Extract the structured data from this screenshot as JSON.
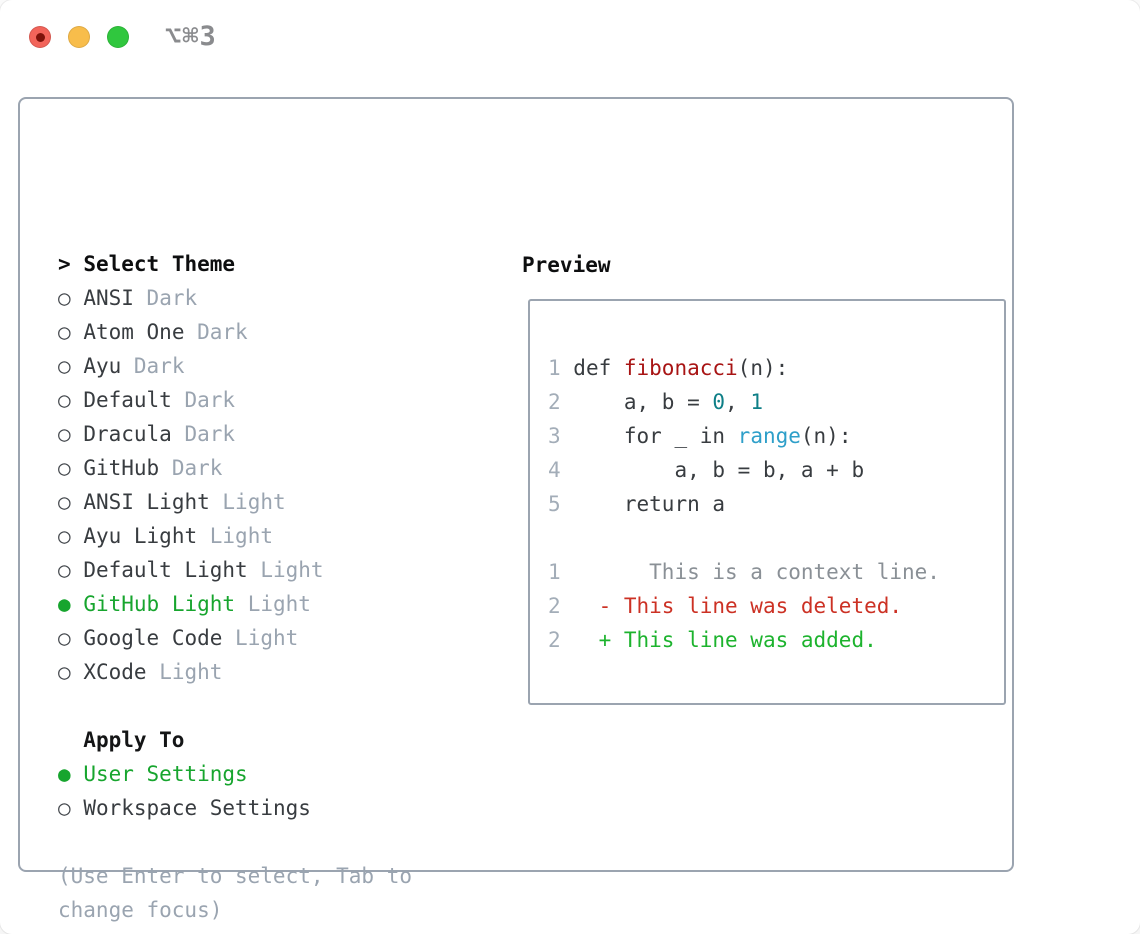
{
  "window": {
    "title": "⌥⌘3"
  },
  "colors": {
    "text": "#383c40",
    "muted": "#9aa4b0",
    "selected_green": "#17a52e",
    "radio": "#45494e",
    "line_number": "#a3adb8",
    "plain": "#383c40",
    "function_name": "#a81414",
    "number_literal": "#0e7f87",
    "builtin": "#2e9fc9",
    "context": "#8a9096",
    "deleted": "#cc3124",
    "added": "#1db32e",
    "border": "#9ba4b0"
  },
  "theme_panel": {
    "header_marker": ">",
    "header_label": "Select Theme",
    "themes": [
      {
        "marker": "○",
        "name": "ANSI",
        "variant": "Dark",
        "selected": false
      },
      {
        "marker": "○",
        "name": "Atom One",
        "variant": "Dark",
        "selected": false
      },
      {
        "marker": "○",
        "name": "Ayu",
        "variant": "Dark",
        "selected": false
      },
      {
        "marker": "○",
        "name": "Default",
        "variant": "Dark",
        "selected": false
      },
      {
        "marker": "○",
        "name": "Dracula",
        "variant": "Dark",
        "selected": false
      },
      {
        "marker": "○",
        "name": "GitHub",
        "variant": "Dark",
        "selected": false
      },
      {
        "marker": "○",
        "name": "ANSI Light",
        "variant": "Light",
        "selected": false
      },
      {
        "marker": "○",
        "name": "Ayu Light",
        "variant": "Light",
        "selected": false
      },
      {
        "marker": "○",
        "name": "Default Light",
        "variant": "Light",
        "selected": false
      },
      {
        "marker": "●",
        "name": "GitHub Light",
        "variant": "Light",
        "selected": true
      },
      {
        "marker": "○",
        "name": "Google Code",
        "variant": "Light",
        "selected": false
      },
      {
        "marker": "○",
        "name": "XCode",
        "variant": "Light",
        "selected": false
      }
    ]
  },
  "apply_panel": {
    "header": "Apply To",
    "options": [
      {
        "marker": "●",
        "label": "User Settings",
        "selected": true
      },
      {
        "marker": "○",
        "label": "Workspace Settings",
        "selected": false
      }
    ]
  },
  "help": {
    "line1": "(Use Enter to select, Tab to",
    "line2": "change focus)"
  },
  "preview": {
    "title": "Preview",
    "code_lines": [
      [
        {
          "c": "line_number",
          "t": "1 "
        },
        {
          "c": "plain",
          "t": "def "
        },
        {
          "c": "function_name",
          "t": "fibonacci"
        },
        {
          "c": "plain",
          "t": "(n):"
        }
      ],
      [
        {
          "c": "line_number",
          "t": "2 "
        },
        {
          "c": "plain",
          "t": "    a, b = "
        },
        {
          "c": "number_literal",
          "t": "0"
        },
        {
          "c": "plain",
          "t": ", "
        },
        {
          "c": "number_literal",
          "t": "1"
        }
      ],
      [
        {
          "c": "line_number",
          "t": "3 "
        },
        {
          "c": "plain",
          "t": "    for _ in "
        },
        {
          "c": "builtin",
          "t": "range"
        },
        {
          "c": "plain",
          "t": "(n):"
        }
      ],
      [
        {
          "c": "line_number",
          "t": "4 "
        },
        {
          "c": "plain",
          "t": "        a, b = b, a + b"
        }
      ],
      [
        {
          "c": "line_number",
          "t": "5 "
        },
        {
          "c": "plain",
          "t": "    return a"
        }
      ],
      [],
      [
        {
          "c": "line_number",
          "t": "1 "
        },
        {
          "c": "context",
          "t": "      This is a context line."
        }
      ],
      [
        {
          "c": "line_number",
          "t": "2 "
        },
        {
          "c": "plain",
          "t": "  "
        },
        {
          "c": "deleted",
          "t": "- This line was deleted."
        }
      ],
      [
        {
          "c": "line_number",
          "t": "2 "
        },
        {
          "c": "plain",
          "t": "  "
        },
        {
          "c": "added",
          "t": "+ This line was added."
        }
      ]
    ]
  }
}
